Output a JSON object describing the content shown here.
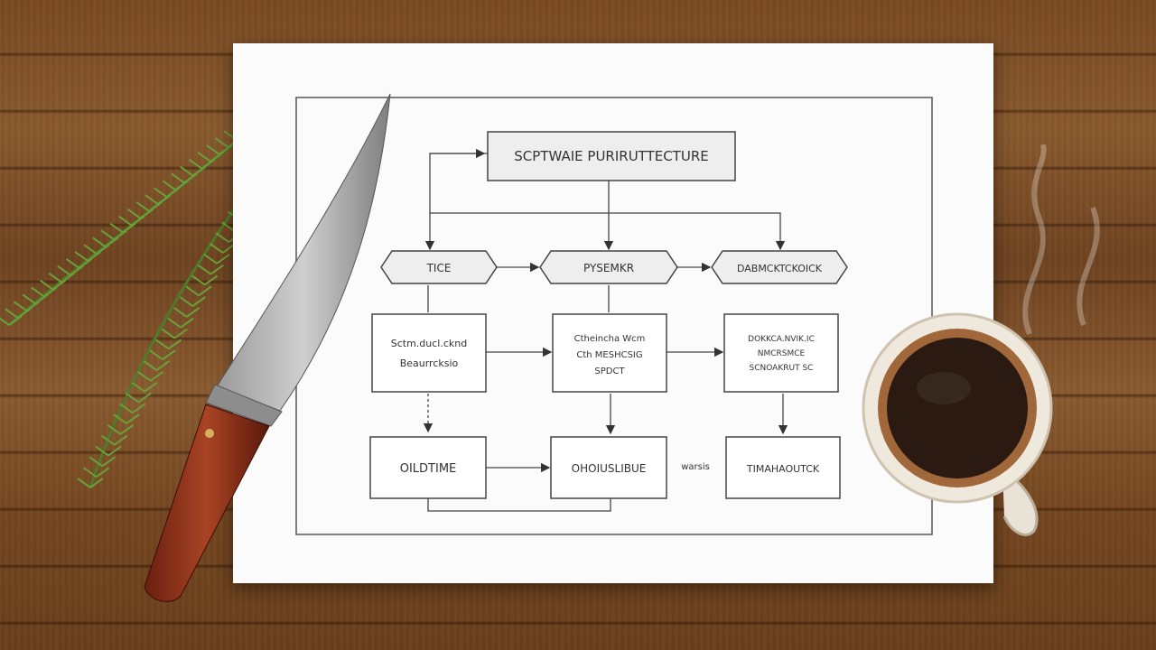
{
  "diagram": {
    "title": "SCPTWAIE PURIRUTTECTURE",
    "row1": [
      "TICE",
      "PYSEMKR",
      "DABMCKTCKOICK"
    ],
    "row2": [
      [
        "Sctm.ducl.cknd",
        "Beaurrcksio"
      ],
      [
        "Ctheincha Wcm",
        "Cth MESHCSIG",
        "SPDCT"
      ],
      [
        "DOKKCA.NVIK.IC",
        "NMCRSMCE",
        "SCNOAKRUT SC"
      ]
    ],
    "row3": [
      "OILDTIME",
      "OHOIUSLIBUE",
      "TIMAHAOUTCK"
    ],
    "connector_label": "warsis"
  }
}
